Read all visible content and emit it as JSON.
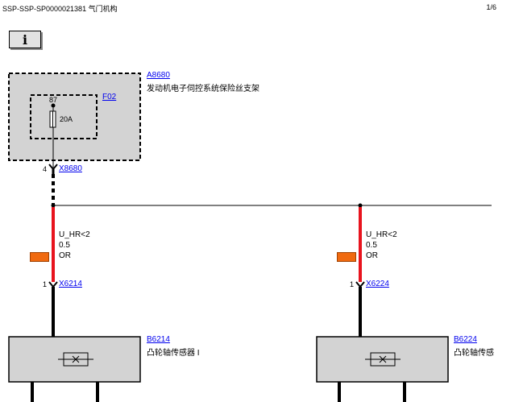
{
  "header": {
    "doc_id": "SSP-SSP-SP0000021381 气门机构",
    "page": "1/6"
  },
  "info_button": {
    "label": "i"
  },
  "fuse_box": {
    "id": "A8680",
    "name": "发动机电子伺控系统保险丝支架",
    "fuse_id": "F02",
    "fuse_pin": "87",
    "fuse_rating": "20A"
  },
  "connector_top": {
    "pin": "4",
    "id": "X8680"
  },
  "wires": [
    {
      "signal": "U_HR<2",
      "size": "0.5",
      "color_code": "OR",
      "pin": "1",
      "connector": "X6214"
    },
    {
      "signal": "U_HR<2",
      "size": "0.5",
      "color_code": "OR",
      "pin": "1",
      "connector": "X6224"
    }
  ],
  "sensors": [
    {
      "id": "B6214",
      "name": "凸轮轴传感器 I"
    },
    {
      "id": "B6224",
      "name": "凸轮轴传感器 II"
    }
  ],
  "colors": {
    "wire_or": "#e8141e",
    "swatch_or": "#f06a10",
    "box_fill": "#d3d3d3",
    "link": "#0000ee"
  }
}
